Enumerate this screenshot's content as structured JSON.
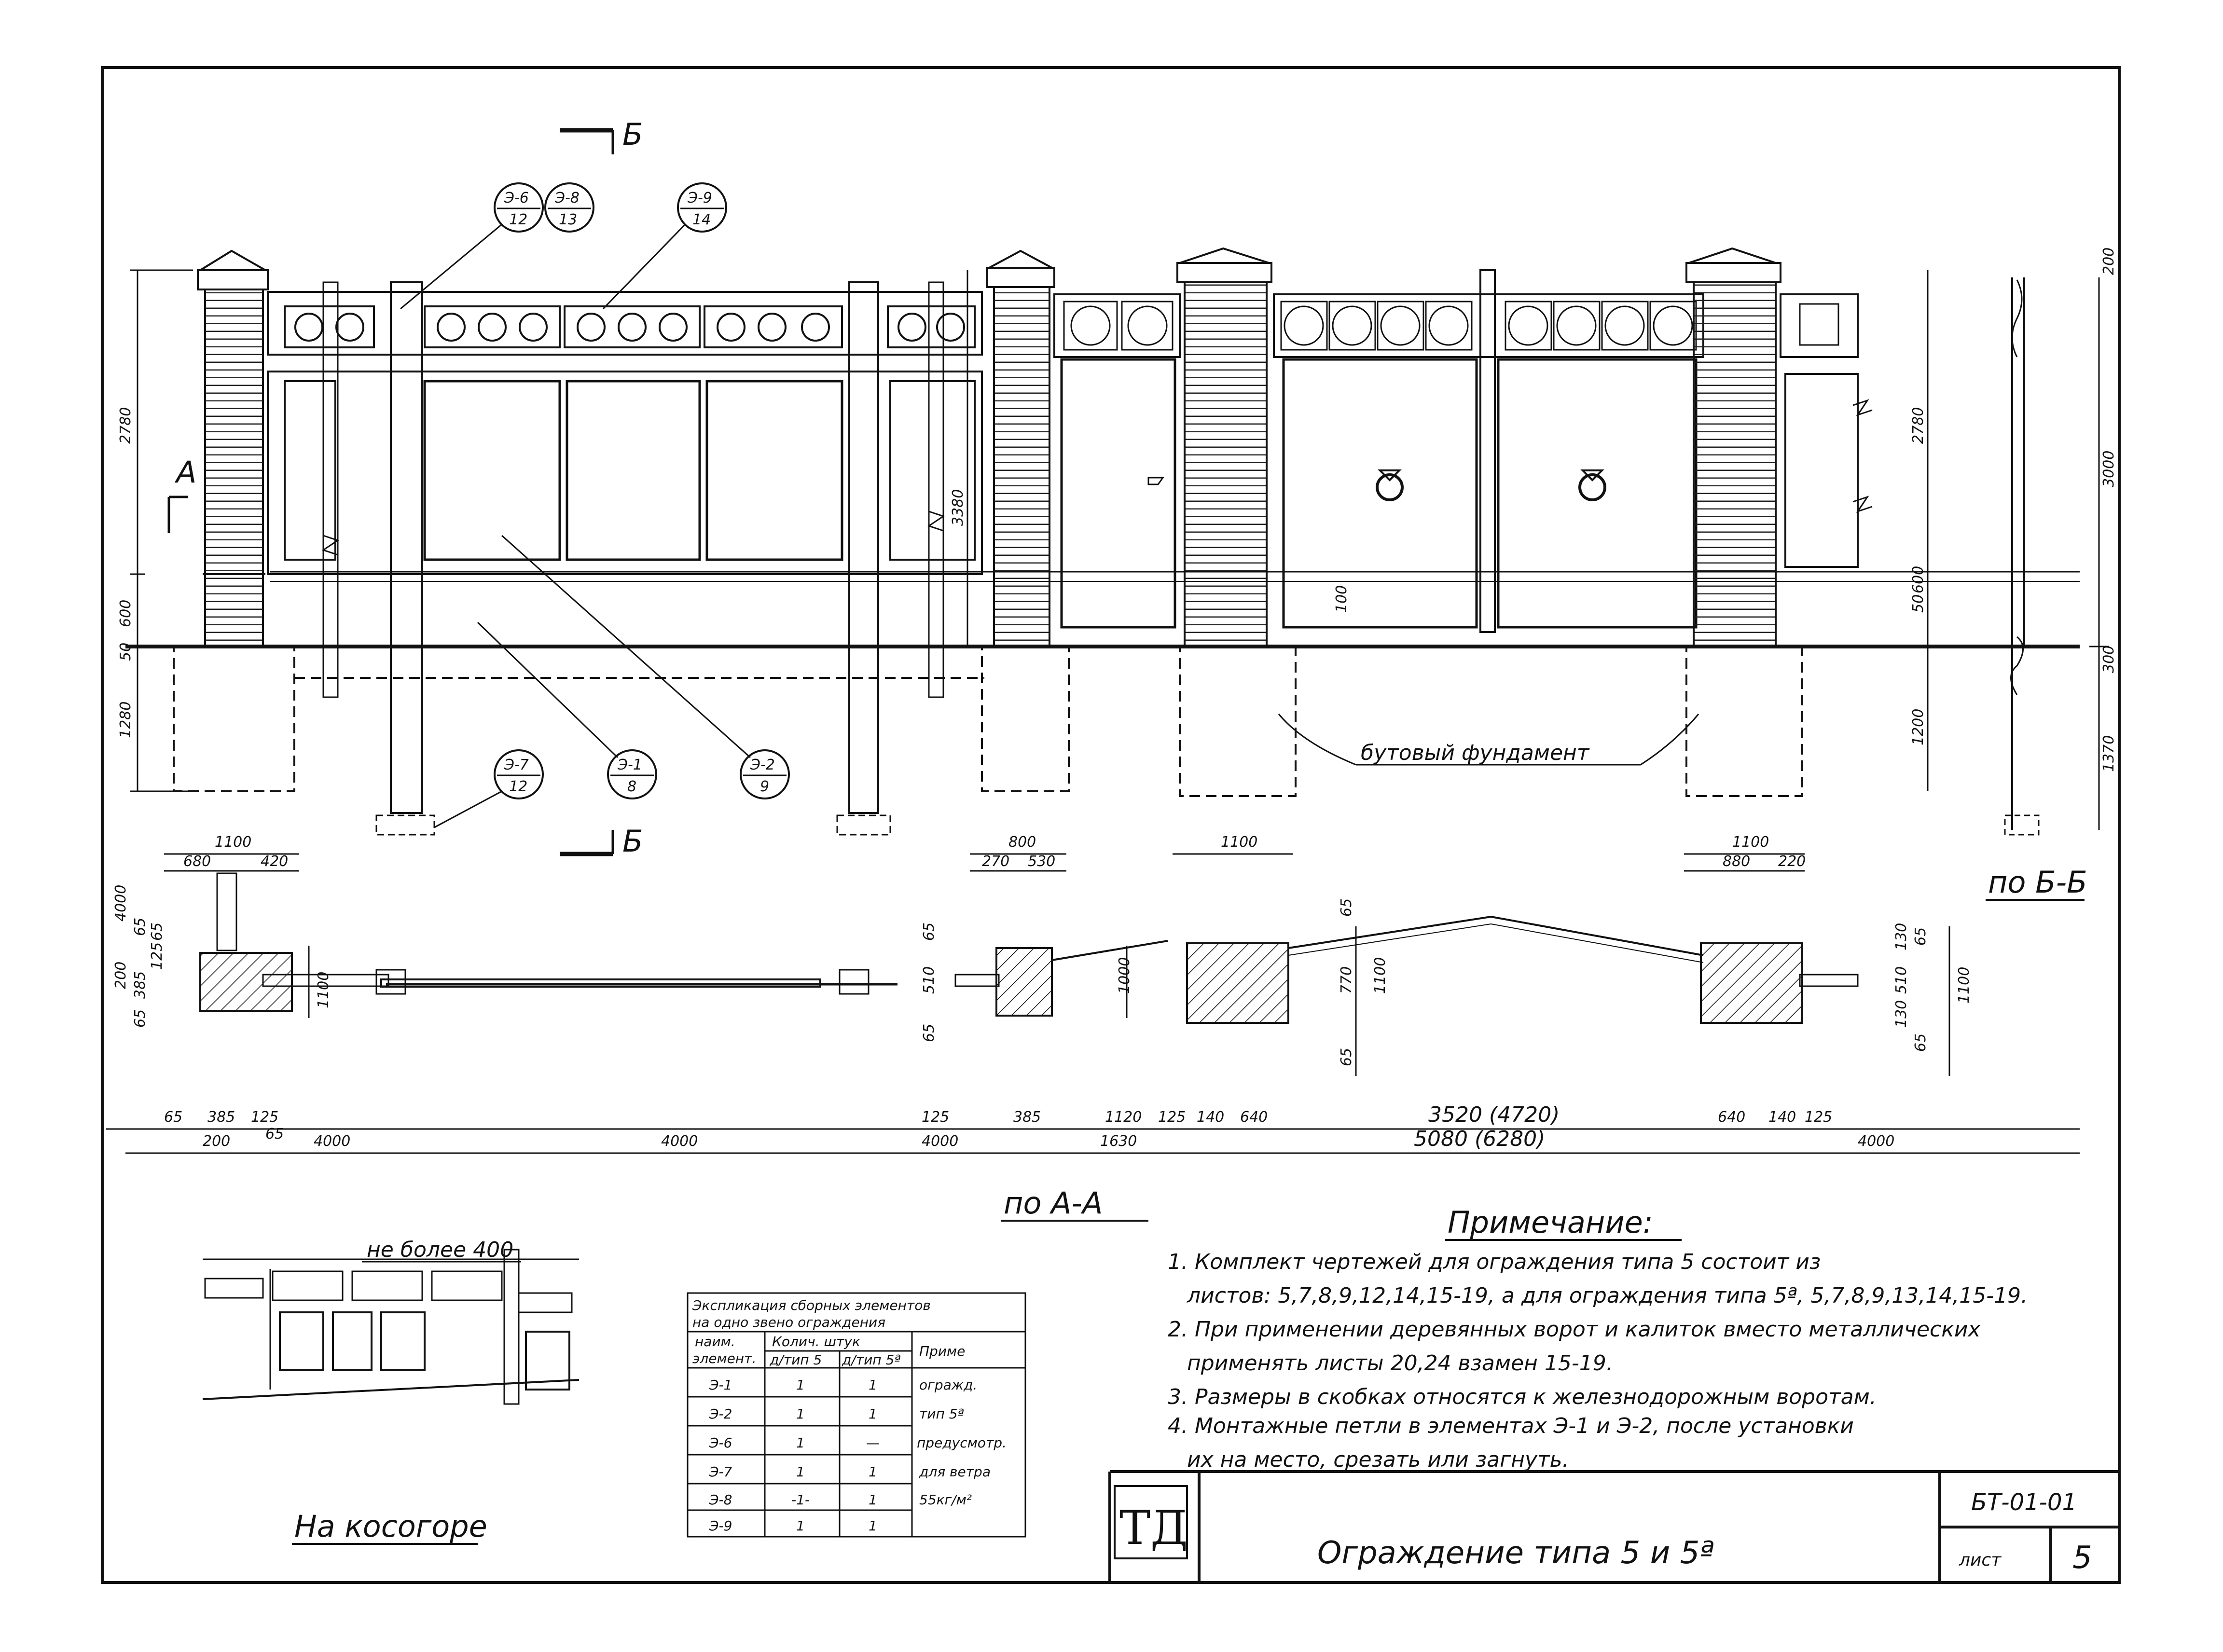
{
  "section_marks": {
    "top": "Б",
    "bottom": "Б",
    "left": "А"
  },
  "callouts": [
    {
      "top": "Э-6",
      "bottom": "12"
    },
    {
      "top": "Э-8",
      "bottom": "13"
    },
    {
      "top": "Э-9",
      "bottom": "14"
    },
    {
      "top": "Э-7",
      "bottom": "12"
    },
    {
      "top": "Э-1",
      "bottom": "8"
    },
    {
      "top": "Э-2",
      "bottom": "9"
    }
  ],
  "elevation_dims": {
    "left": [
      "2780",
      "600",
      "50",
      "1280"
    ],
    "mid": "3380",
    "mid_small": "100",
    "right": [
      "200",
      "2780",
      "3000",
      "50",
      "600",
      "300",
      "1200",
      "1370"
    ]
  },
  "foundation_label": "бутовый фундамент",
  "plan_dims": {
    "top_left": [
      "1100",
      "680",
      "420"
    ],
    "top_mid": [
      "800",
      "270",
      "530"
    ],
    "top_center": "1100",
    "top_right": [
      "1100",
      "880",
      "220"
    ],
    "left_vertical": [
      "4000",
      "200",
      "385",
      "65",
      "125",
      "65",
      "65",
      "1100"
    ],
    "mid_vertical": [
      "65",
      "510",
      "65",
      "1000"
    ],
    "center_vertical": [
      "65",
      "770",
      "1100",
      "65"
    ],
    "right_vertical": [
      "130",
      "510",
      "130",
      "65",
      "65",
      "1100"
    ],
    "bottom_row1": [
      "65",
      "385",
      "125",
      "125",
      "385",
      "1120",
      "125",
      "140",
      "640",
      "3520 (4720)",
      "640",
      "140",
      "125"
    ],
    "bottom_row2": [
      "200",
      "65",
      "4000",
      "4000",
      "4000",
      "1630",
      "5080 (6280)",
      "4000"
    ]
  },
  "section_labels": {
    "aa": "по А-А",
    "bb": "по Б-Б"
  },
  "slope": {
    "label": "На косогоре",
    "note": "не более 400"
  },
  "notes": {
    "title": "Примечание:",
    "items": [
      "1. Комплект чертежей для ограждения типа 5 состоит из",
      "листов: 5,7,8,9,12,14,15-19, а для ограждения типа 5ª, 5,7,8,9,13,14,15-19.",
      "2. При применении деревянных ворот и калиток вместо металлических",
      "применять листы 20,24 взамен 15-19.",
      "3. Размеры в скобках относятся к железнодорожным воротам.",
      "4. Монтажные петли в элементах Э-1 и Э-2, после установки",
      "их на место, срезать или загнуть."
    ]
  },
  "table": {
    "title1": "Экспликация сборных элементов",
    "title2": "на одно звено ограждения",
    "h_name1": "наим.",
    "h_name2": "элемент.",
    "h_qty": "Колич. штук",
    "h_t5": "д/тип 5",
    "h_t5a": "д/тип 5ª",
    "h_note": "Приме",
    "rows": [
      {
        "name": "Э-1",
        "t5": "1",
        "t5a": "1",
        "note": "огражд."
      },
      {
        "name": "Э-2",
        "t5": "1",
        "t5a": "1",
        "note": "тип 5ª"
      },
      {
        "name": "Э-6",
        "t5": "1",
        "t5a": "—",
        "note": "предусмотр."
      },
      {
        "name": "Э-7",
        "t5": "1",
        "t5a": "1",
        "note": "для ветра"
      },
      {
        "name": "Э-8",
        "t5": "-1-",
        "t5a": "1",
        "note": "55кг/м²"
      },
      {
        "name": "Э-9",
        "t5": "1",
        "t5a": "1",
        "note": ""
      }
    ]
  },
  "title_block": {
    "logo": "ТД",
    "title": "Ограждение типа 5 и 5ª",
    "code": "БТ-01-01",
    "sheet_label": "лист",
    "sheet_no": "5"
  }
}
